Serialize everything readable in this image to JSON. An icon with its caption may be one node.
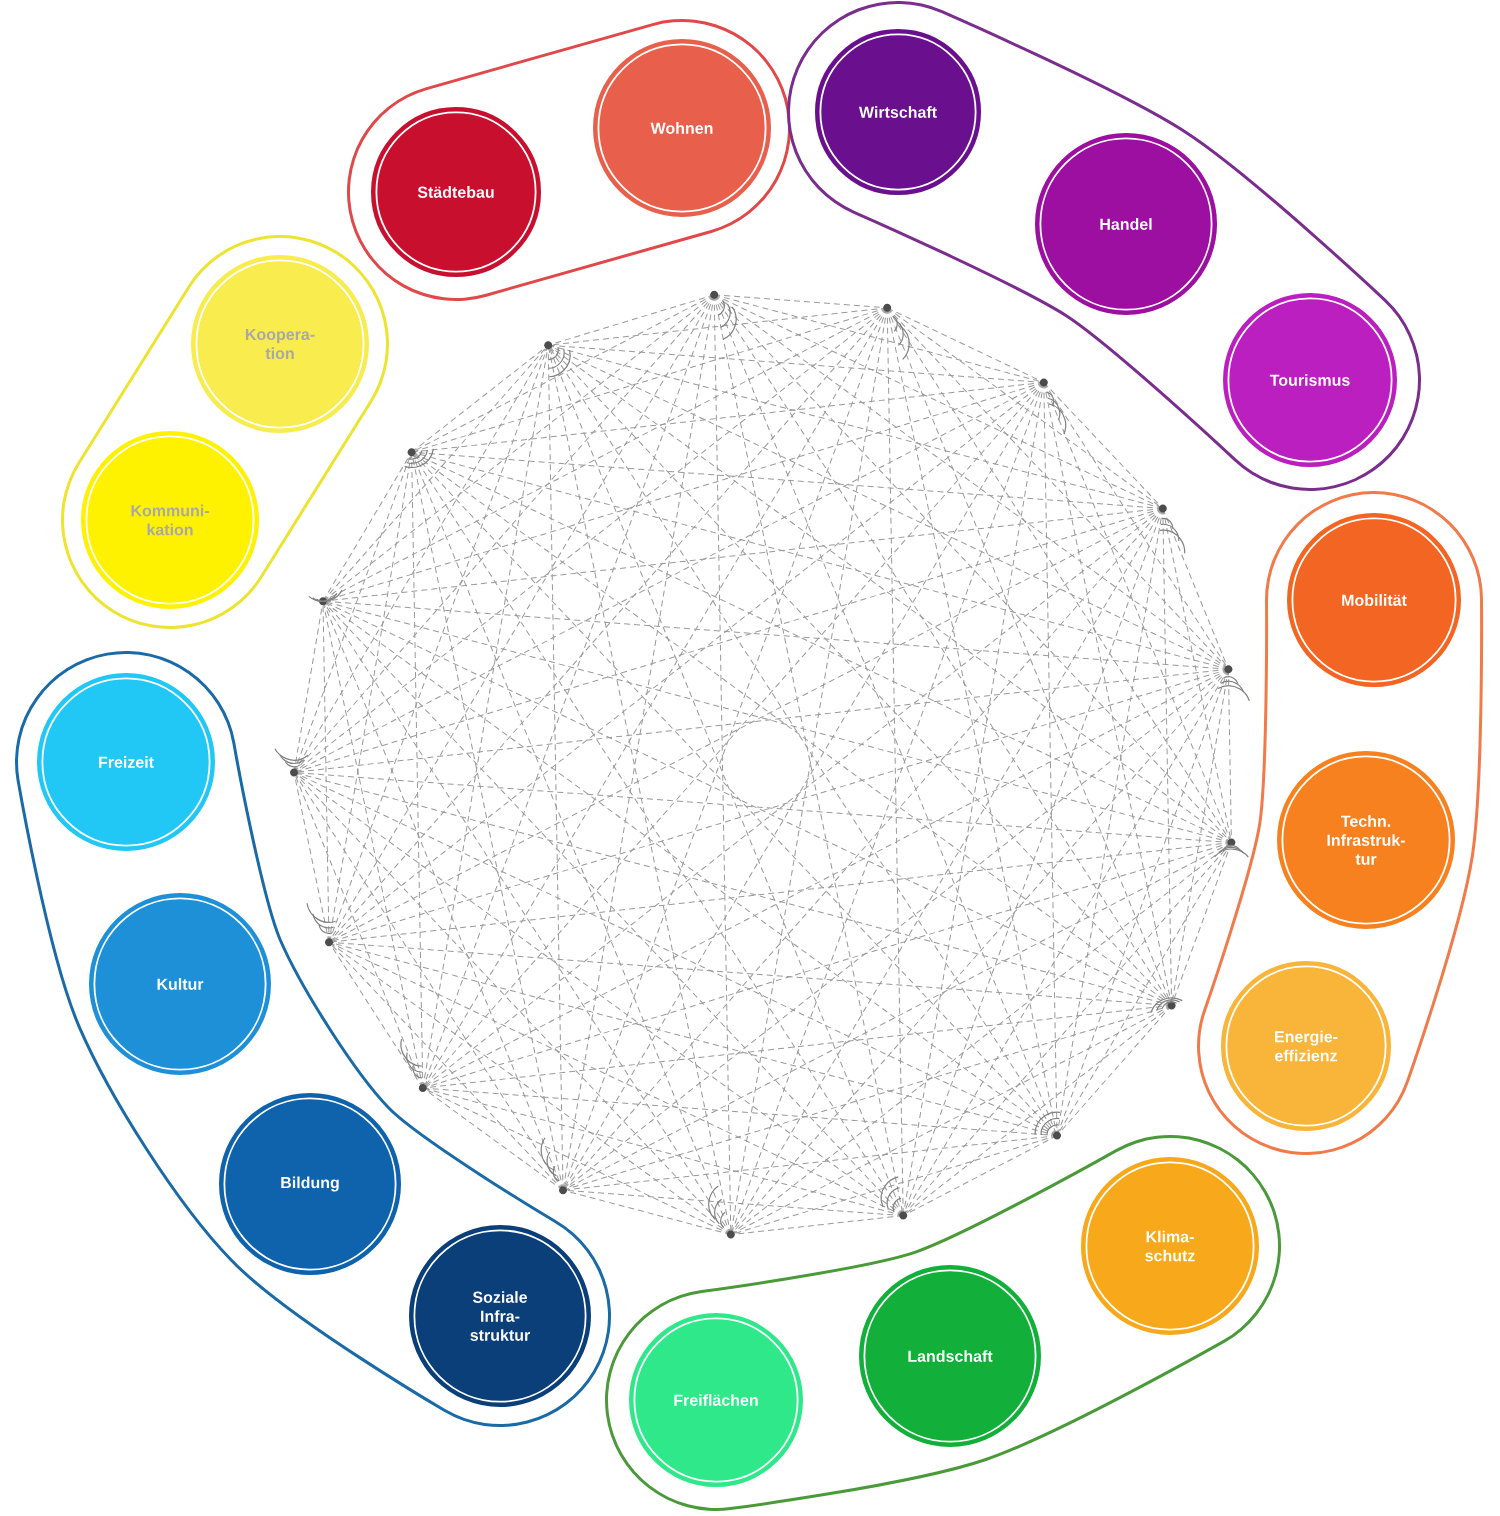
{
  "diagram": {
    "nodes": [
      {
        "text": [],
        "shape": "box"
      },
      {
        "text": [
          "Städtebau"
        ],
        "in": 0
      },
      {
        "text": [
          "Wohnen"
        ],
        "in": 0
      },
      {
        "text": [],
        "shape": "box"
      },
      {
        "text": [
          "Wirtschaft"
        ],
        "in": 3
      },
      {
        "text": [
          "Handel"
        ],
        "in": 3
      },
      {
        "text": [
          "Tourismus"
        ],
        "in": 3
      },
      {
        "text": [],
        "shape": "box"
      },
      {
        "text": [
          "Mobilität"
        ],
        "in": 7
      },
      {
        "text": [
          "Techn. Infrastruk- tur"
        ],
        "in": 7
      },
      {
        "text": [
          "Energie- effizienz"
        ],
        "in": 7
      },
      {
        "text": [],
        "shape": "box"
      },
      {
        "text": [
          "Klima- schutz"
        ],
        "in": 11
      },
      {
        "text": [
          "Landschaft"
        ],
        "in": 11
      },
      {
        "text": [
          "Freiflächen"
        ],
        "in": 11
      },
      {
        "text": [],
        "shape": "box"
      },
      {
        "text": [
          "Soziale Infra- struktur"
        ],
        "in": 15
      },
      {
        "text": [
          "Bildung"
        ],
        "in": 15
      },
      {
        "text": [
          "Kultur"
        ],
        "in": 15
      },
      {
        "text": [
          "Freizeit"
        ],
        "in": 15
      },
      {
        "text": [],
        "shape": "box"
      },
      {
        "text": [
          "Kommuni- kation"
        ],
        "in": 20
      },
      {
        "text": [
          "Koopera- tion"
        ],
        "in": 20
      }
    ]
  }
}
